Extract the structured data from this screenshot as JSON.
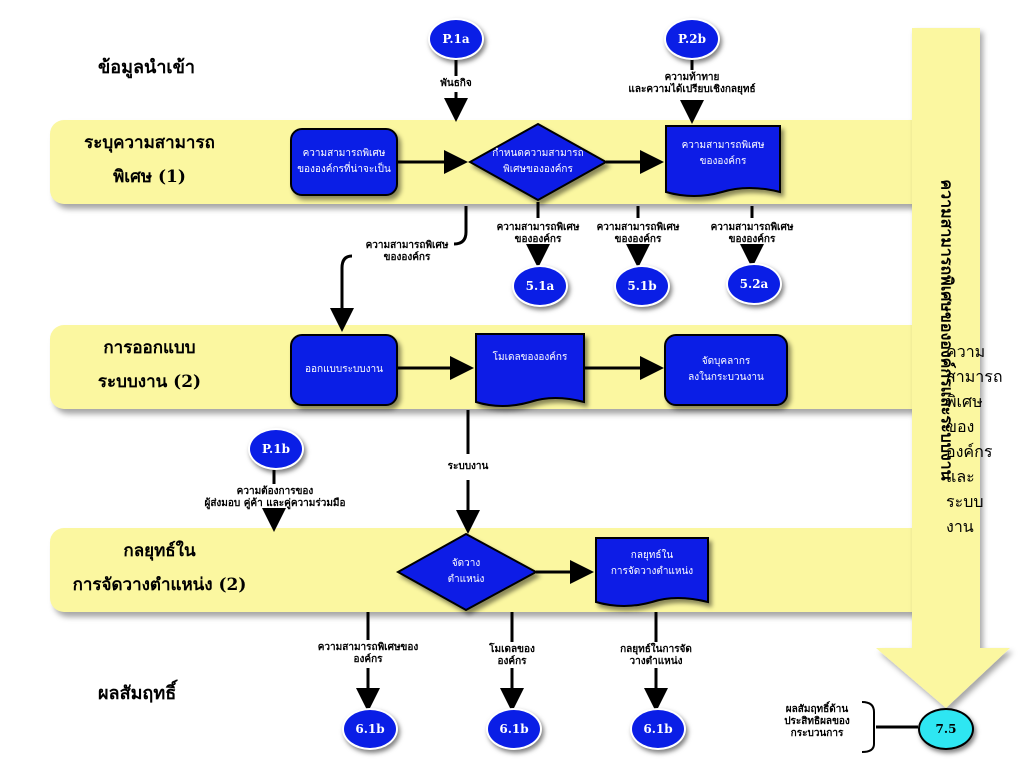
{
  "colors": {
    "band": "#fbf7a0",
    "process": "#0a1ee6",
    "connector_cyan": "#2ee6f2",
    "side_arrow": "#fbf7a0"
  },
  "headings": {
    "input": "ข้อมูลนำเข้า",
    "output": "ผลสัมฤทธิ์"
  },
  "sections": {
    "s1_line1": "ระบุความสามารถ",
    "s1_line2": "พิเศษ (1)",
    "s2_line1": "การออกแบบ",
    "s2_line2": "ระบบงาน (2)",
    "s3_line1": "กลยุทธ์ใน",
    "s3_line2": "การจัดวางตำแหน่ง (2)"
  },
  "side_arrow_text": "ความสามารถพิเศษขององค์กรและระบบงาน",
  "nodes": {
    "box_core_needed": "ความสามารถพิเศษ\nขององค์กรที่น่าจะเป็น",
    "diamond_define": "กำหนดความสามารถ\nพิเศษขององค์กร",
    "doc_core": "ความสามารถพิเศษ\nขององค์กร",
    "box_design": "ออกแบบระบบงาน",
    "doc_model": "โมเดลขององค์กร",
    "box_people": "จัดบุคลากร\nลงในกระบวนงาน",
    "diamond_position": "จัดวาง\nตำแหน่ง",
    "doc_strategy": "กลยุทธ์ใน\nการจัดวางตำแหน่ง"
  },
  "connectors": {
    "p1a": "P.1a",
    "p2b": "P.2b",
    "p1b": "P.1b",
    "c51a": "5.1a",
    "c51b": "5.1b",
    "c52a": "5.2a",
    "c61b_1": "6.1b",
    "c61b_2": "6.1b",
    "c61b_3": "6.1b",
    "c75": "7.5"
  },
  "labels": {
    "mission": "พันธกิจ",
    "challenges": "ความท้าทาย\nและความได้เปรียบเชิงกลยุทธ์",
    "core_left": "ความสามารถพิเศษ\nขององค์กร",
    "core_a": "ความสามารถพิเศษ\nขององค์กร",
    "core_b": "ความสามารถพิเศษ\nขององค์กร",
    "core_c": "ความสามารถพิเศษ\nขององค์กร",
    "work_system": "ระบบงาน",
    "needs": "ความต้องการของ\nผู้ส่งมอบ คู่ค้า และคู่ความร่วมมือ",
    "out1": "ความสามารถพิเศษของ\nองค์กร",
    "out2": "โมเดลของ\nองค์กร",
    "out3": "กลยุทธ์ในการจัด\nวางตำแหน่ง",
    "results": "ผลสัมฤทธิ์ด้าน\nประสิทธิผลของ\nกระบวนการ"
  }
}
